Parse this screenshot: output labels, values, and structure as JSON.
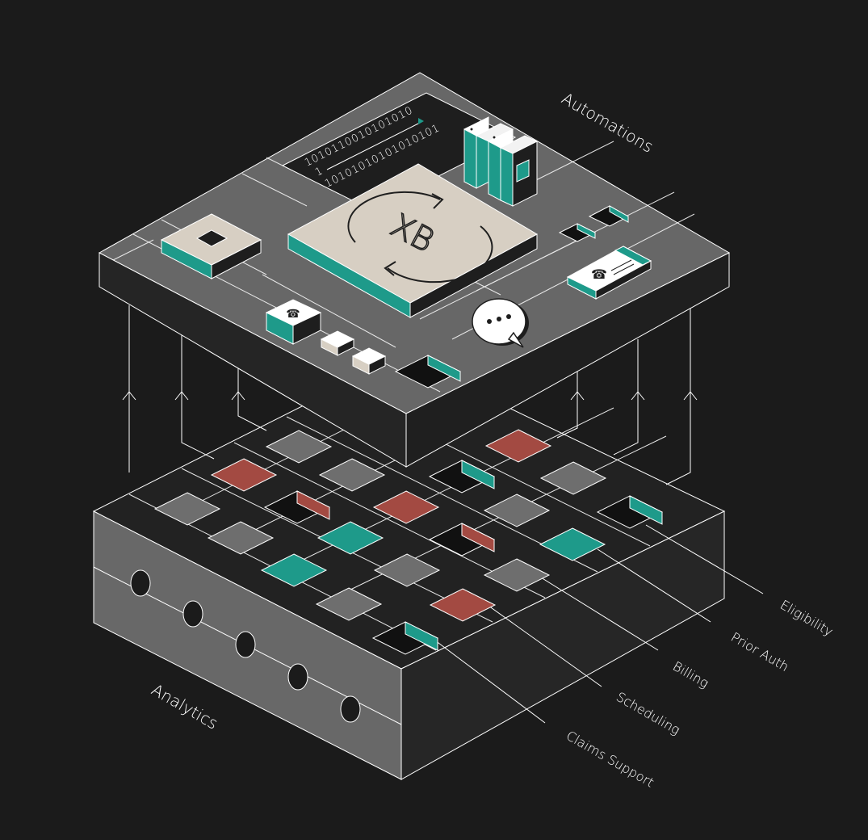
{
  "labels": {
    "automations": "Automations",
    "analytics": "Analytics",
    "workflows": [
      "Eligibility",
      "Prior Auth",
      "Billing",
      "Scheduling",
      "Claims Support"
    ]
  },
  "binary": {
    "row1": "1010110010101010",
    "row2": "1",
    "row3": "10101010101010101"
  },
  "logo": "XB",
  "colors": {
    "background": "#1b1b1b",
    "top_face": "#676767",
    "panel_side": "#262626",
    "teal": "#1e9a8a",
    "red": "#a34a42",
    "gray_tile": "#6e6e6e",
    "beige": "#d7cfc3",
    "line": "#ffffff"
  },
  "icons": [
    "phone-icon",
    "chat-bubble-icon",
    "xb-logo-icon",
    "sync-arrows-icon",
    "binary-data-icon",
    "server-blocks-icon"
  ]
}
